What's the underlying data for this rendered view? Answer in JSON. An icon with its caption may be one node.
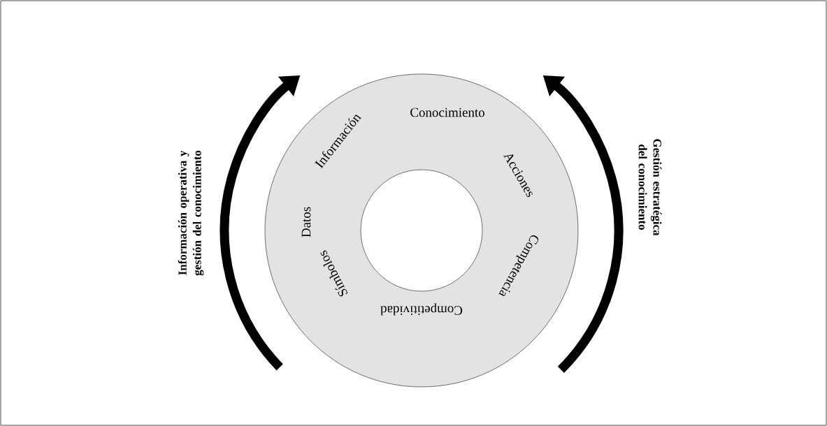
{
  "diagram": {
    "nodes": [
      {
        "text": [
          "Símbolos",
          "Datos",
          "Información",
          "Conocimiento",
          "Acciones",
          "Competencia",
          "Competitividad"
        ]
      }
    ],
    "edges": [],
    "labels": [
      "Información operativa y gestión del conocimiento",
      "Gestión estratégica del conocimiento"
    ]
  }
}
